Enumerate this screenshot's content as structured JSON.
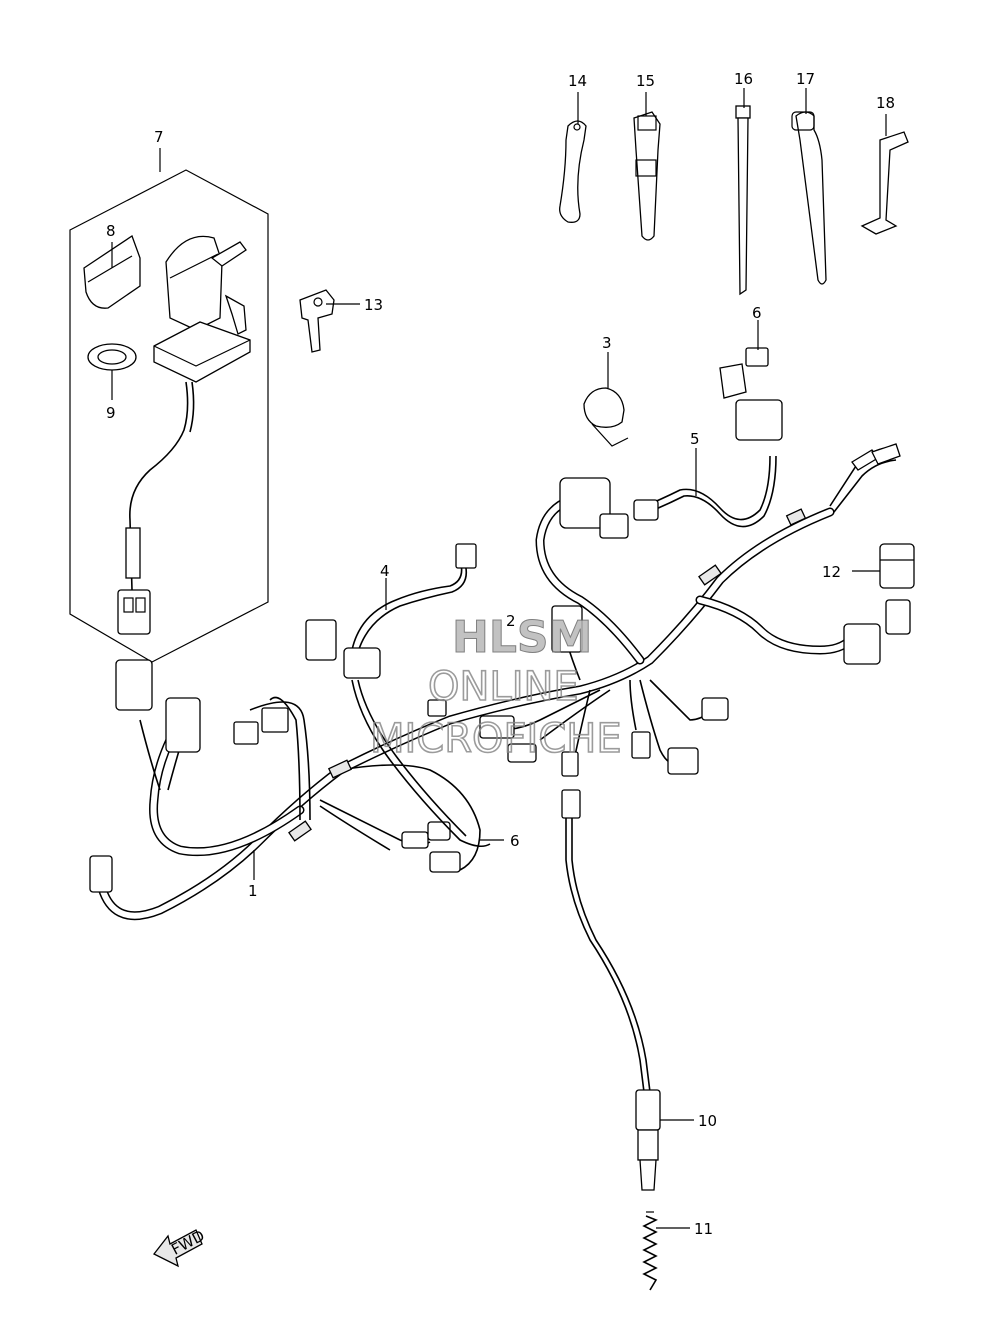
{
  "callouts": {
    "c1": "1",
    "c2": "2",
    "c3": "3",
    "c4": "4",
    "c5": "5",
    "c6a": "6",
    "c6b": "6",
    "c7": "7",
    "c8": "8",
    "c9": "9",
    "c10": "10",
    "c11": "11",
    "c12": "12",
    "c13": "13",
    "c14": "14",
    "c15": "15",
    "c16": "16",
    "c17": "17",
    "c18": "18"
  },
  "watermark": {
    "line1": "HLSM",
    "line2": "ONLINE",
    "line3": "MICROFICHE"
  },
  "direction_label": "FWD"
}
